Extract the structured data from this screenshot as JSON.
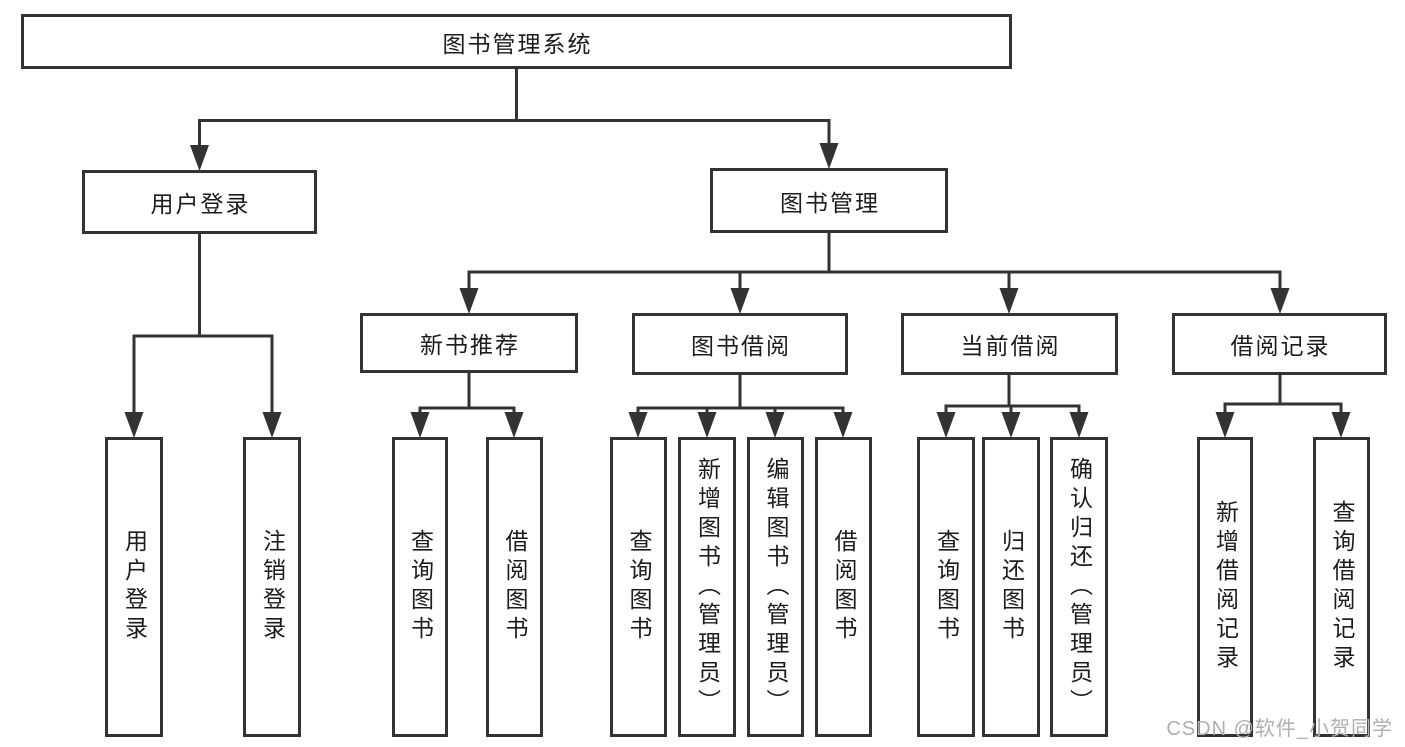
{
  "diagram": {
    "colors": {
      "background": "#ffffff",
      "line": "#333333",
      "box_border": "#333333",
      "text": "#1c1c1c",
      "watermark": "#b3adad"
    },
    "nodes": {
      "root": "图书管理系统",
      "login": "用户登录",
      "management": "图书管理",
      "recommend": "新书推荐",
      "borrow": "图书借阅",
      "current": "当前借阅",
      "records": "借阅记录",
      "login_children": [
        "用户登录",
        "注销登录"
      ],
      "recommend_children": [
        "查询图书",
        "借阅图书"
      ],
      "borrow_children": [
        "查询图书",
        "新增图书（管理员）",
        "编辑图书（管理员）",
        "借阅图书"
      ],
      "current_children": [
        "查询图书",
        "归还图书",
        "确认归还（管理员）"
      ],
      "records_children": [
        "新增借阅记录",
        "查询借阅记录"
      ]
    },
    "watermark": "CSDN @软件_小贺同学"
  }
}
